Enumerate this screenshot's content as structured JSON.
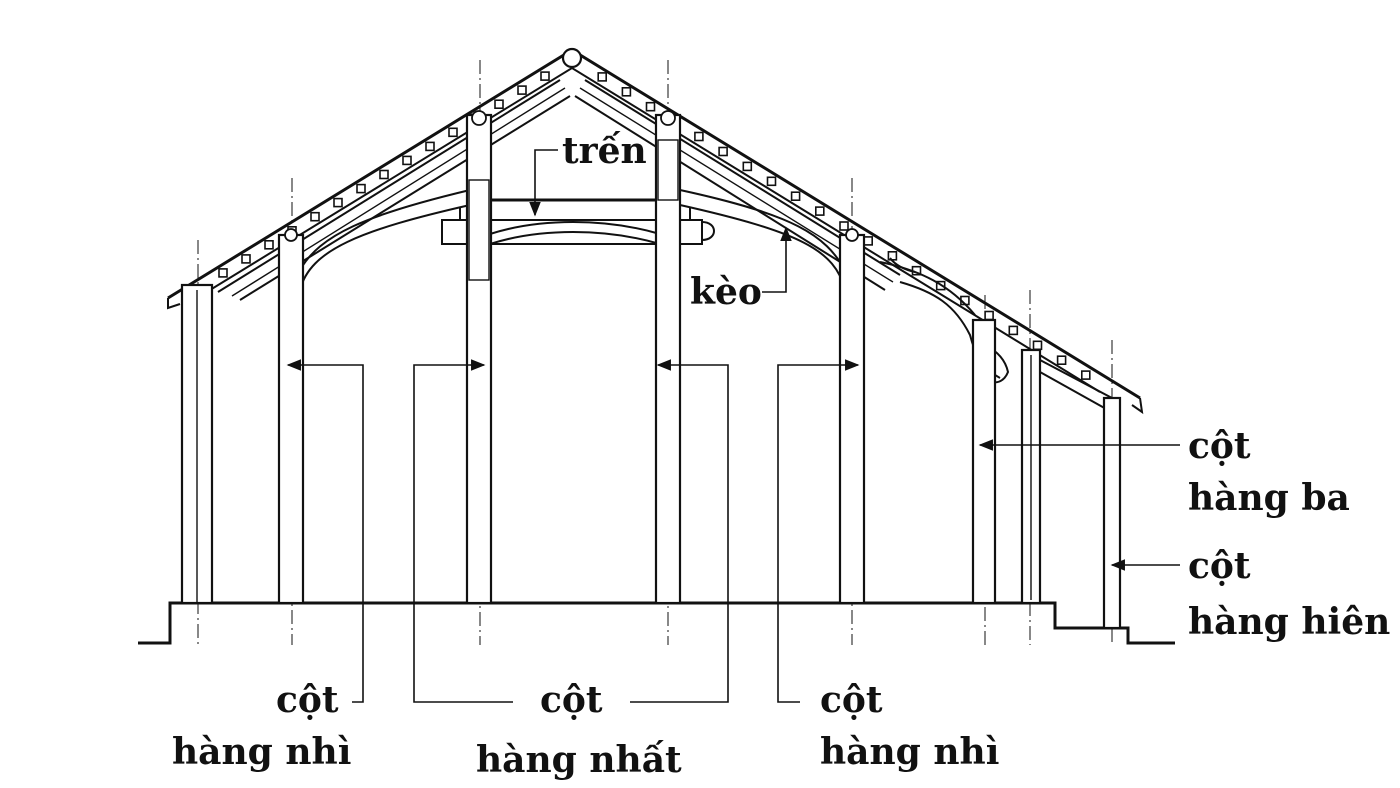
{
  "labels": {
    "tren": "trến",
    "keo": "kèo",
    "cot_hang_ba_1": "cột",
    "cot_hang_ba_2": "hàng ba",
    "cot_hang_hien_1": "cột",
    "cot_hang_hien_2": "hàng hiên",
    "cot_hang_nhi_left_1": "cột",
    "cot_hang_nhi_left_2": "hàng nhì",
    "cot_hang_nhat_1": "cột",
    "cot_hang_nhat_2": "hàng nhất",
    "cot_hang_nhi_right_1": "cột",
    "cot_hang_nhi_right_2": "hàng nhì"
  }
}
